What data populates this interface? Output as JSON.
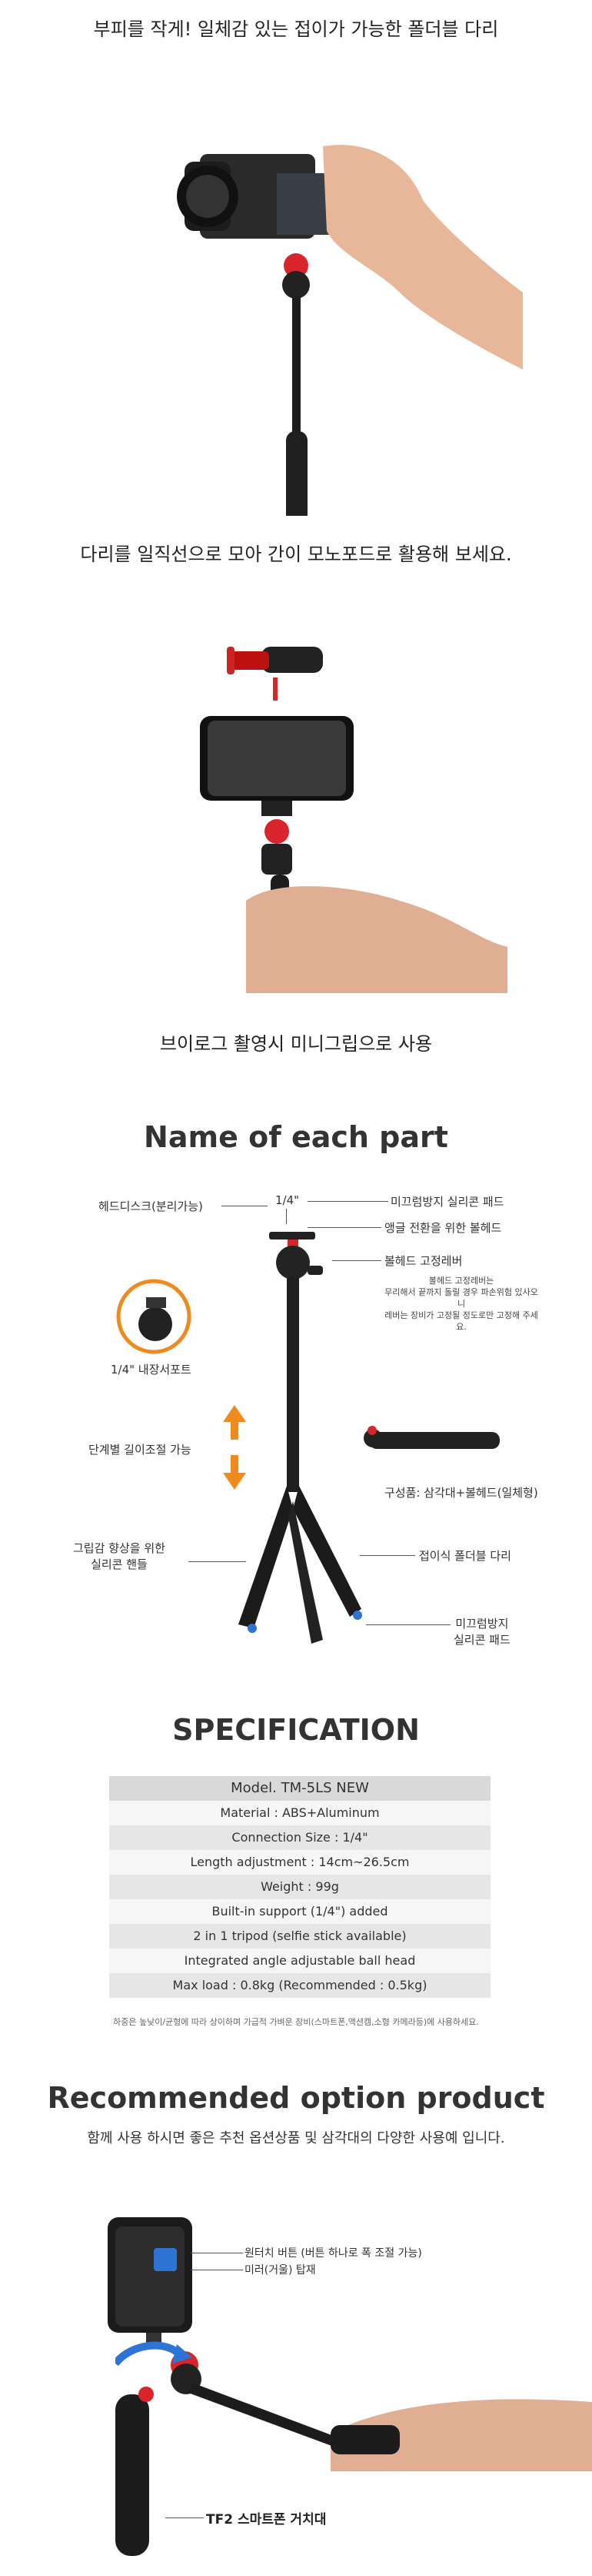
{
  "sections": {
    "s1_caption": "부피를 작게! 일체감 있는 접이가 가능한 폴더블 다리",
    "s2_caption": "다리를 일직선으로 모아 간이 모노포드로 활용해 보세요.",
    "s3_caption": "브이로그 촬영시 미니그립으로 사용",
    "parts_title": "Name of each part",
    "spec_title": "SPECIFICATION",
    "option_title": "Recommended option product",
    "option_subtitle": "함께 사용 하시면 좋은 추천 옵션상품 및 삼각대의 다양한 사용예 입니다."
  },
  "parts": {
    "top": "1/4\"",
    "head_disc": "헤드디스크(분리가능)",
    "anti_slip_pad": "미끄럼방지 실리콘 패드",
    "angle_ball": "앵글 전환을 위한 볼헤드",
    "ball_lock": "볼헤드 고정레버",
    "ball_lock_note1": "볼헤드 고정레버는",
    "ball_lock_note2": "무리해서 끝까지 돌릴 경우 파손위험 있사오니",
    "ball_lock_note3": "레버는 장비가 고정될 정도로만 고정해 주세요.",
    "builtin_support": "1/4\" 내장서포트",
    "length_adjust": "단계별 길이조절 가능",
    "components": "구성품: 삼각대+볼헤드(일체형)",
    "grip_handle_1": "그립감 향상을 위한",
    "grip_handle_2": "실리콘 핸들",
    "foldable_legs": "접이식 폴더블 다리",
    "foot_pad_1": "미끄럼방지",
    "foot_pad_2": "실리콘 패드"
  },
  "spec": {
    "model": "Model. TM-5LS NEW",
    "rows": [
      "Material : ABS+Aluminum",
      "Connection Size : 1/4\"",
      "Length adjustment : 14cm~26.5cm",
      "Weight : 99g",
      "Built-in support (1/4\") added",
      "2 in 1 tripod (selfie stick available)",
      "Integrated angle adjustable ball head",
      "Max load : 0.8kg (Recommended : 0.5kg)"
    ],
    "note": "하중은 높낮이/균형에 따라 상이하며 가급적 가벼운 장비(스마트폰,액션캠,소형 카메라등)에 사용하세요."
  },
  "option": {
    "one_touch": "원터치 버튼 (버튼 하나로 폭 조절 가능)",
    "mirror": "미러(거울) 탑재",
    "product_name": "TF2 스마트폰 거치대"
  },
  "colors": {
    "accent": "#2d74d4",
    "red": "#d8242a",
    "orange": "#f08a1c"
  }
}
